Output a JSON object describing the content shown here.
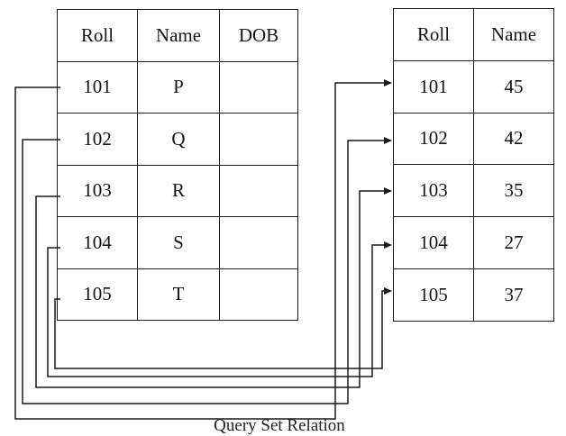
{
  "left_table": {
    "headers": [
      "Roll",
      "Name",
      "DOB"
    ],
    "rows": [
      [
        "101",
        "P",
        ""
      ],
      [
        "102",
        "Q",
        ""
      ],
      [
        "103",
        "R",
        ""
      ],
      [
        "104",
        "S",
        ""
      ],
      [
        "105",
        "T",
        ""
      ]
    ]
  },
  "right_table": {
    "headers": [
      "Roll",
      "Name"
    ],
    "rows": [
      [
        "101",
        "45"
      ],
      [
        "102",
        "42"
      ],
      [
        "103",
        "35"
      ],
      [
        "104",
        "27"
      ],
      [
        "105",
        "37"
      ]
    ]
  },
  "caption": "Query Set Relation",
  "colors": {
    "line": "#1a1a1a",
    "background": "#ffffff"
  }
}
